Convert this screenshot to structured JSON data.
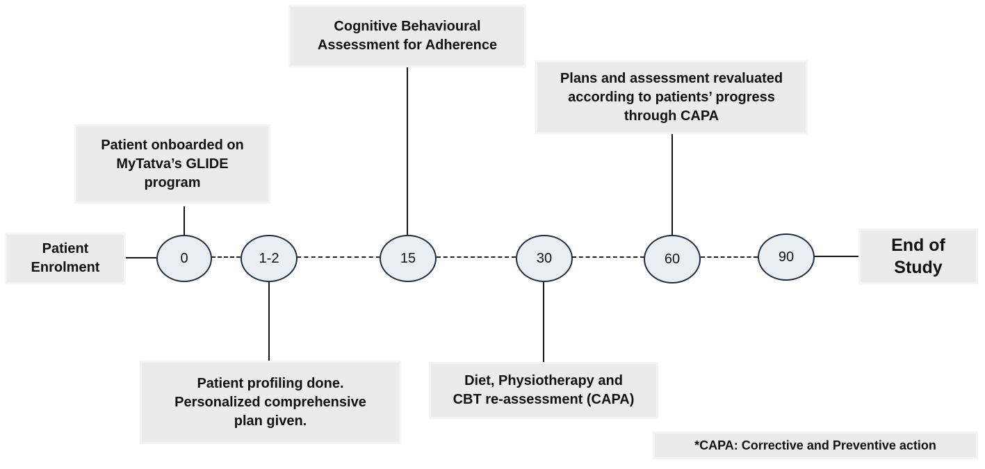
{
  "start_label": "Patient\nEnrolment",
  "end_label": "End of\nStudy",
  "milestones": [
    {
      "day": "0"
    },
    {
      "day": "1-2"
    },
    {
      "day": "15"
    },
    {
      "day": "30"
    },
    {
      "day": "60"
    },
    {
      "day": "90"
    }
  ],
  "events": {
    "onboarding": "Patient onboarded on\nMyTatva’s GLIDE\nprogram",
    "profiling": "Patient profiling done.\nPersonalized comprehensive\nplan  given.",
    "cognitive": "Cognitive Behavioural\nAssessment for Adherence",
    "reassessment": "Diet, Physiotherapy and\nCBT re-assessment  (CAPA)",
    "revaluation": "Plans and assessment revaluated\naccording to patients’ progress\nthrough CAPA"
  },
  "footnote": "*CAPA: Corrective and Preventive action",
  "colors": {
    "box_fill": "#ebebeb",
    "circle_fill": "#e9eef3",
    "circle_stroke": "#1f2d3d",
    "line": "#111111"
  }
}
